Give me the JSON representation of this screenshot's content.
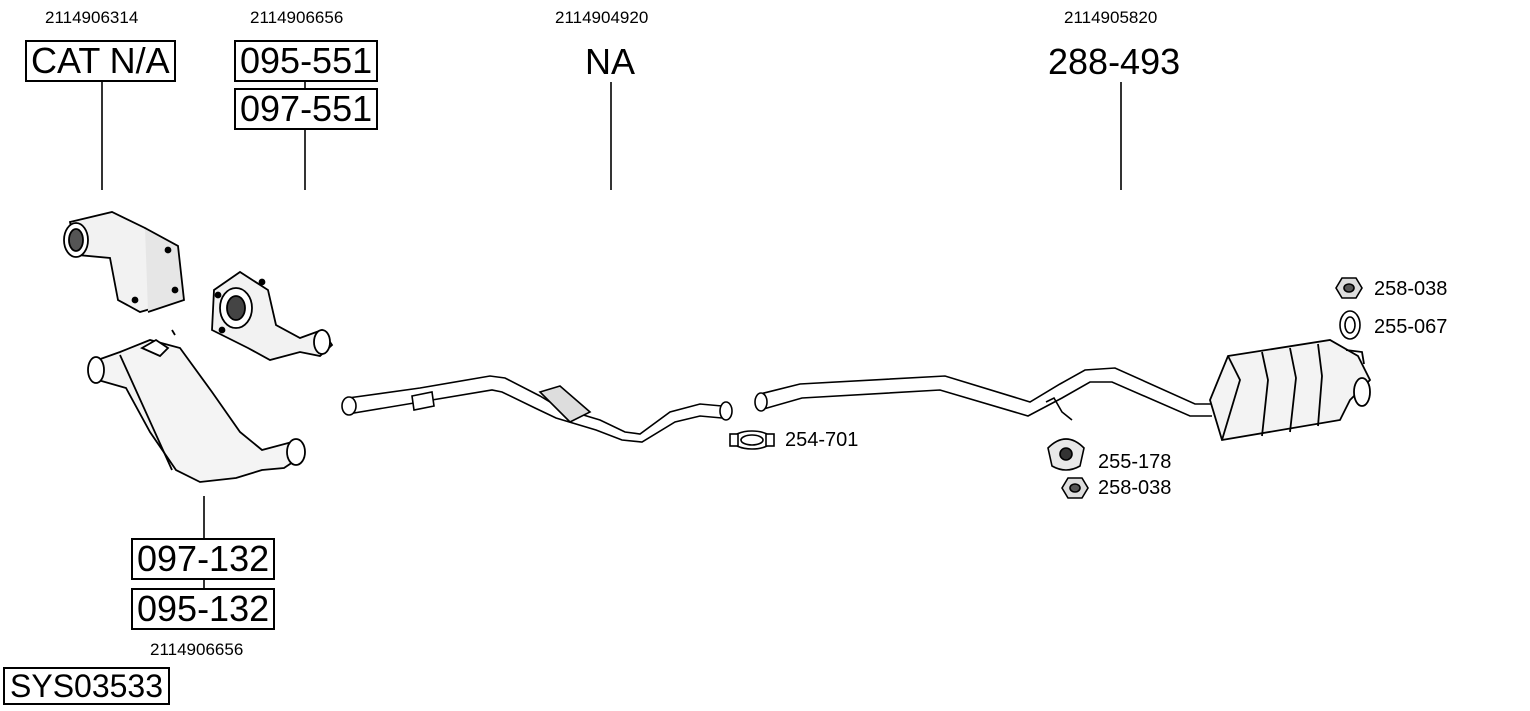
{
  "groups": [
    {
      "code": "2114906314",
      "parts": [
        "CAT N/A"
      ]
    },
    {
      "code": "2114906656",
      "parts": [
        "095-551",
        "097-551"
      ]
    },
    {
      "code": "2114904920",
      "parts": [
        "NA"
      ]
    },
    {
      "code": "2114905820",
      "parts": [
        "288-493"
      ]
    },
    {
      "code": "2114906656",
      "parts": [
        "097-132",
        "095-132"
      ]
    }
  ],
  "accessories": {
    "clamp": "254-701",
    "hanger_a": "255-178",
    "nut_a": "258-038",
    "nut_b": "258-038",
    "hanger_b": "255-067"
  },
  "system_id": "SYS03533"
}
